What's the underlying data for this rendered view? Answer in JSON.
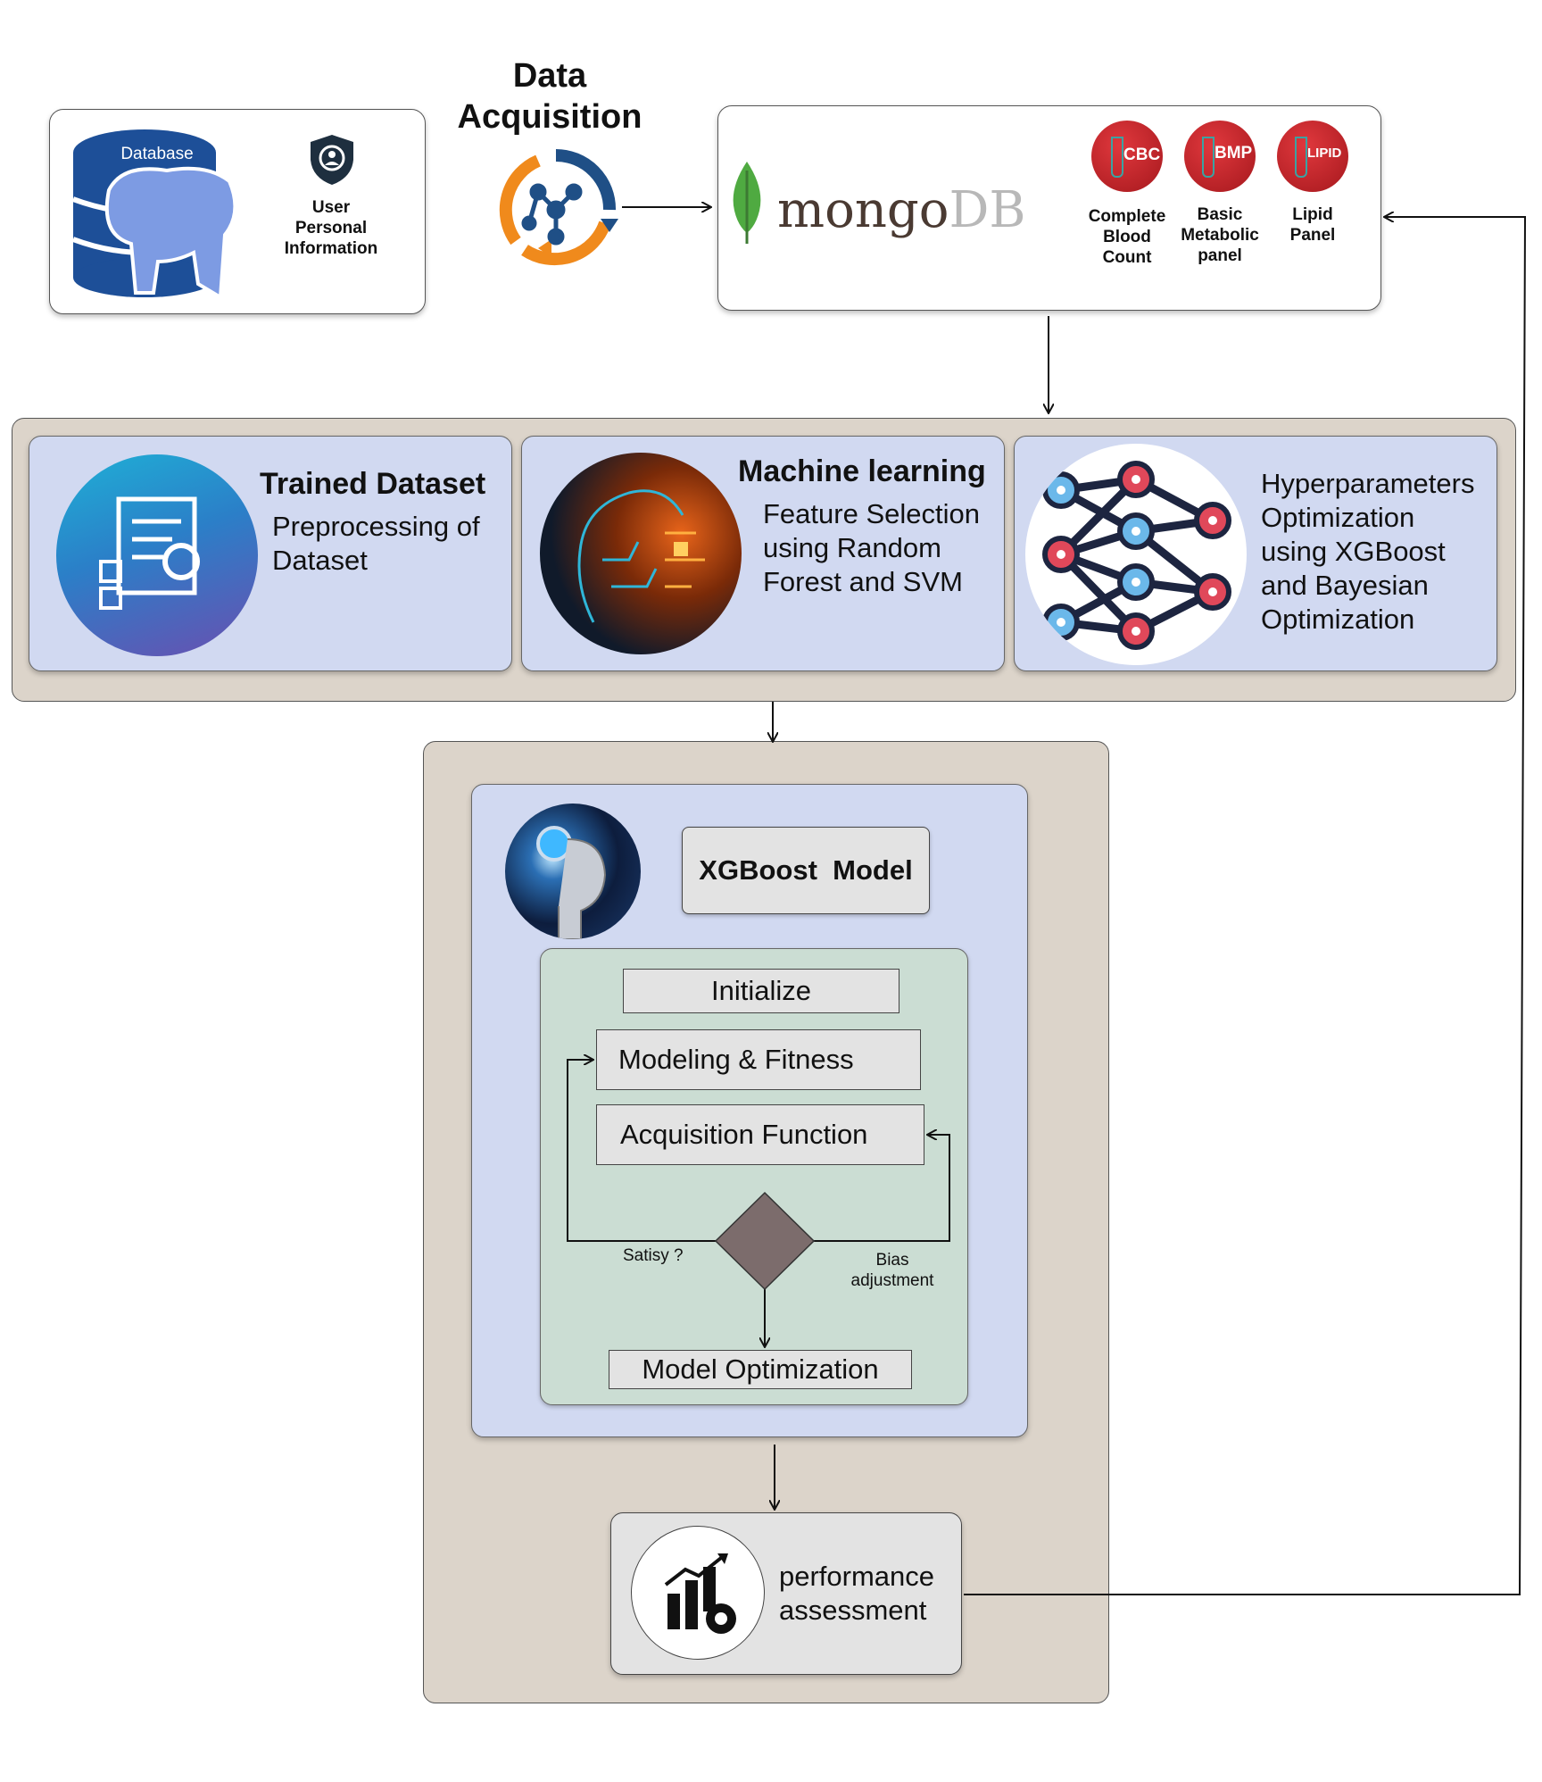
{
  "header": {
    "title_line1": "Data",
    "title_line2": "Acquisition"
  },
  "source": {
    "database_label": "Database",
    "user_info_line1": "User",
    "user_info_line2": "Personal",
    "user_info_line3": "Information"
  },
  "storage": {
    "brand_main": "mongo",
    "brand_suffix": "DB",
    "tests": [
      {
        "badge": "CBC",
        "line1": "Complete",
        "line2": "Blood",
        "line3": "Count"
      },
      {
        "badge": "BMP",
        "line1": "Basic",
        "line2": "Metabolic",
        "line3": "panel"
      },
      {
        "badge": "LIPID",
        "line1": "Lipid",
        "line2": "Panel",
        "line3": ""
      }
    ]
  },
  "stage2": {
    "trained": {
      "title": "Trained Dataset",
      "line1": "Preprocessing of",
      "line2": "Dataset"
    },
    "ml": {
      "title": "Machine learning",
      "line1": "Feature Selection",
      "line2": "using Random",
      "line3": "Forest and SVM"
    },
    "hyper": {
      "line1": "Hyperparameters",
      "line2": "Optimization",
      "line3": "using XGBoost",
      "line4": "and Bayesian",
      "line5": "Optimization"
    }
  },
  "model": {
    "title": "XGBoost  Model",
    "steps": {
      "initialize": "Initialize",
      "modeling": "Modeling & Fitness",
      "acquisition": "Acquisition Function",
      "optimization": "Model Optimization"
    },
    "labels": {
      "satisfy": "Satisy ?",
      "bias_line1": "Bias",
      "bias_line2": "adjustment"
    }
  },
  "performance": {
    "line1": "performance",
    "line2": "assessment"
  },
  "colors": {
    "beige_panel": "#dcd4ca",
    "lavender_panel": "#d1d9f1",
    "green_panel": "#cbddd3",
    "step_box": "#e3e3e3",
    "decision": "#7c6c6c",
    "mongo_green": "#4faa41",
    "badge_red": "#c9252c"
  }
}
